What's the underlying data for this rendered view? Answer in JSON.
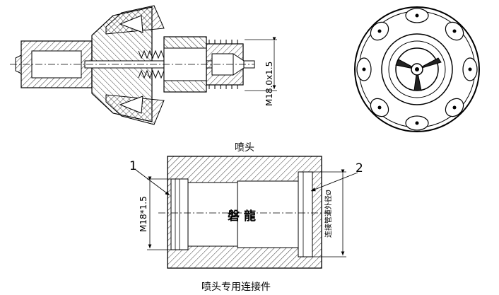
{
  "captions": {
    "nozzle": "喷头",
    "connector": "喷头专用连接件"
  },
  "brand_mark": "磐龍",
  "callouts": {
    "part_1": "1",
    "part_2": "2"
  },
  "dimensions": {
    "nozzle_thread": "M18.0x1.5",
    "connector_thread": "M18*1.5",
    "pipe_od": "连接管道外径Ø"
  },
  "colors": {
    "line": "#000000",
    "hatch": "#3a3a3a",
    "background": "#ffffff"
  }
}
